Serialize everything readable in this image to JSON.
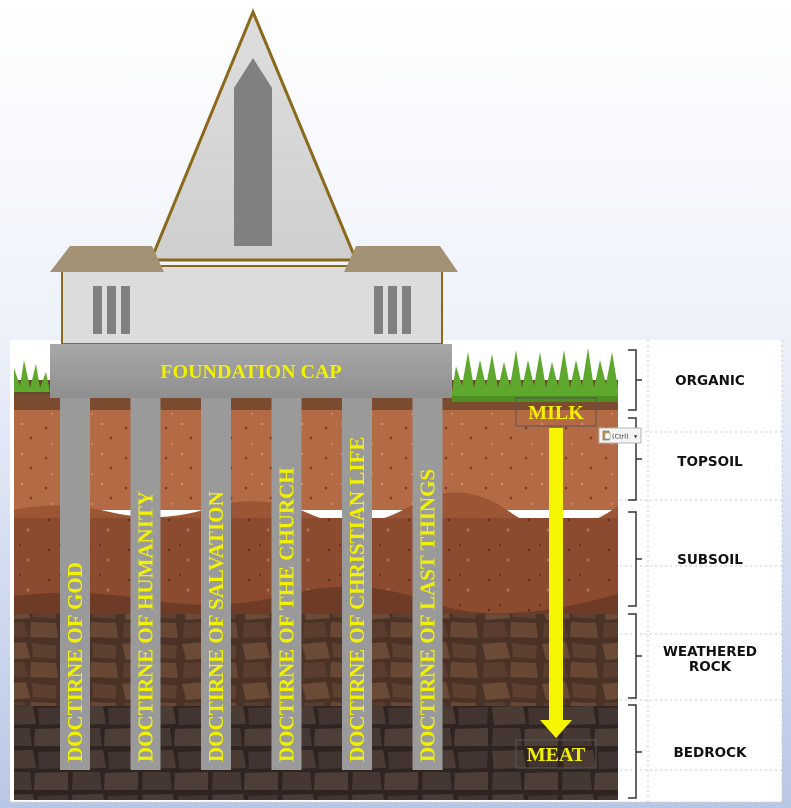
{
  "building": {
    "foundation_cap": "FOUNDATION CAP"
  },
  "pillars": [
    "DOCTIRNE OF GOD",
    "DOCTIRNE OF HUMANITY",
    "DOCTIRNE OF SALVATION",
    "DOCTIRNE OF THE CHURCH",
    "DOCTIRNE OF CHRISTIAN LIFE",
    "DOCTIRNE OF LAST THINGS"
  ],
  "depth_scale": {
    "top": "MILK",
    "bottom": "MEAT",
    "arrow_color": "#f5f500"
  },
  "soil_layers": [
    {
      "label": "ORGANIC"
    },
    {
      "label": "TOPSOIL"
    },
    {
      "label": "SUBSOIL"
    },
    {
      "label": "WEATHERED ROCK"
    },
    {
      "label": "BEDROCK"
    }
  ],
  "paste_options": {
    "label": "(Ctrl)",
    "icon": "clipboard-icon"
  },
  "colors": {
    "pillar": "#9a9a9a",
    "pillar_text": "#f2f200",
    "building_wall": "#d9d9d9",
    "roof_trim": "#8a6a1a",
    "grass": "#5fa82e"
  }
}
